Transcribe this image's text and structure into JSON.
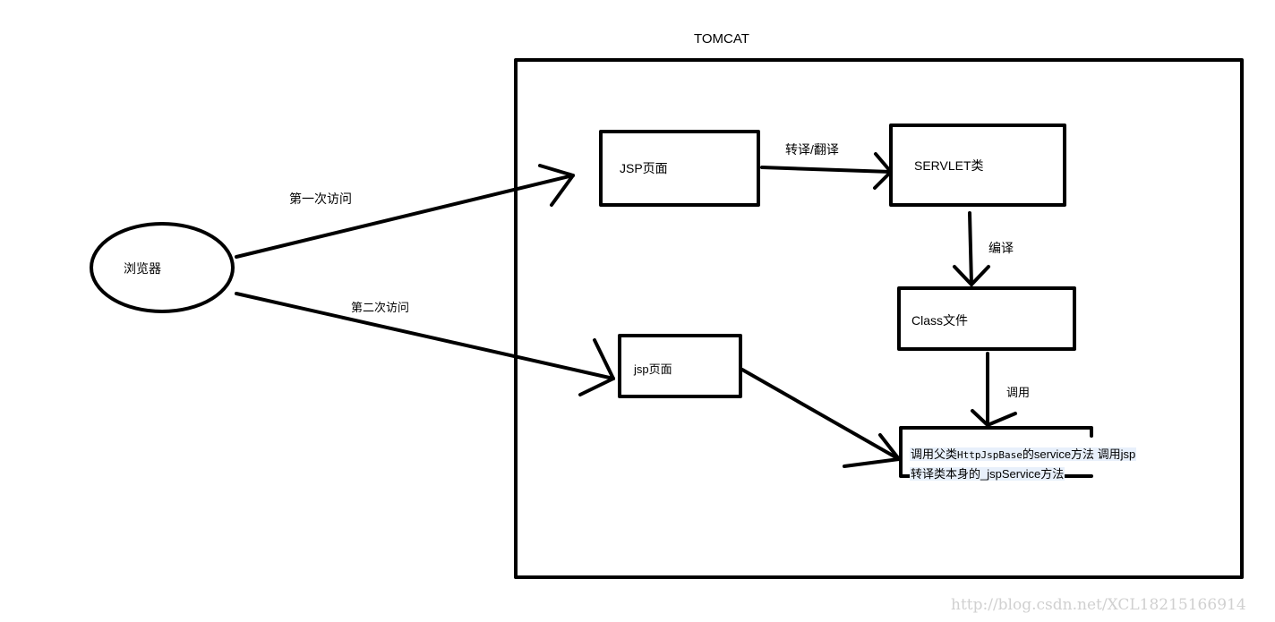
{
  "container": {
    "title": "TOMCAT"
  },
  "browser": {
    "label": "浏览器"
  },
  "edges": {
    "first_visit": "第一次访问",
    "second_visit": "第二次访问",
    "translate": "转译/翻译",
    "compile": "编译",
    "invoke": "调用"
  },
  "nodes": {
    "jsp_page_upper": "JSP页面",
    "servlet_class": "SERVLET类",
    "class_file": "Class文件",
    "jsp_page_lower": "jsp页面",
    "final": {
      "line1_prefix": "调用父类",
      "line1_code": "HttpJspBase",
      "line1_suffix": "的service方法  调用jsp",
      "line2": "转译类本身的_jspService方法"
    }
  },
  "watermark": "http://blog.csdn.net/XCL18215166914"
}
